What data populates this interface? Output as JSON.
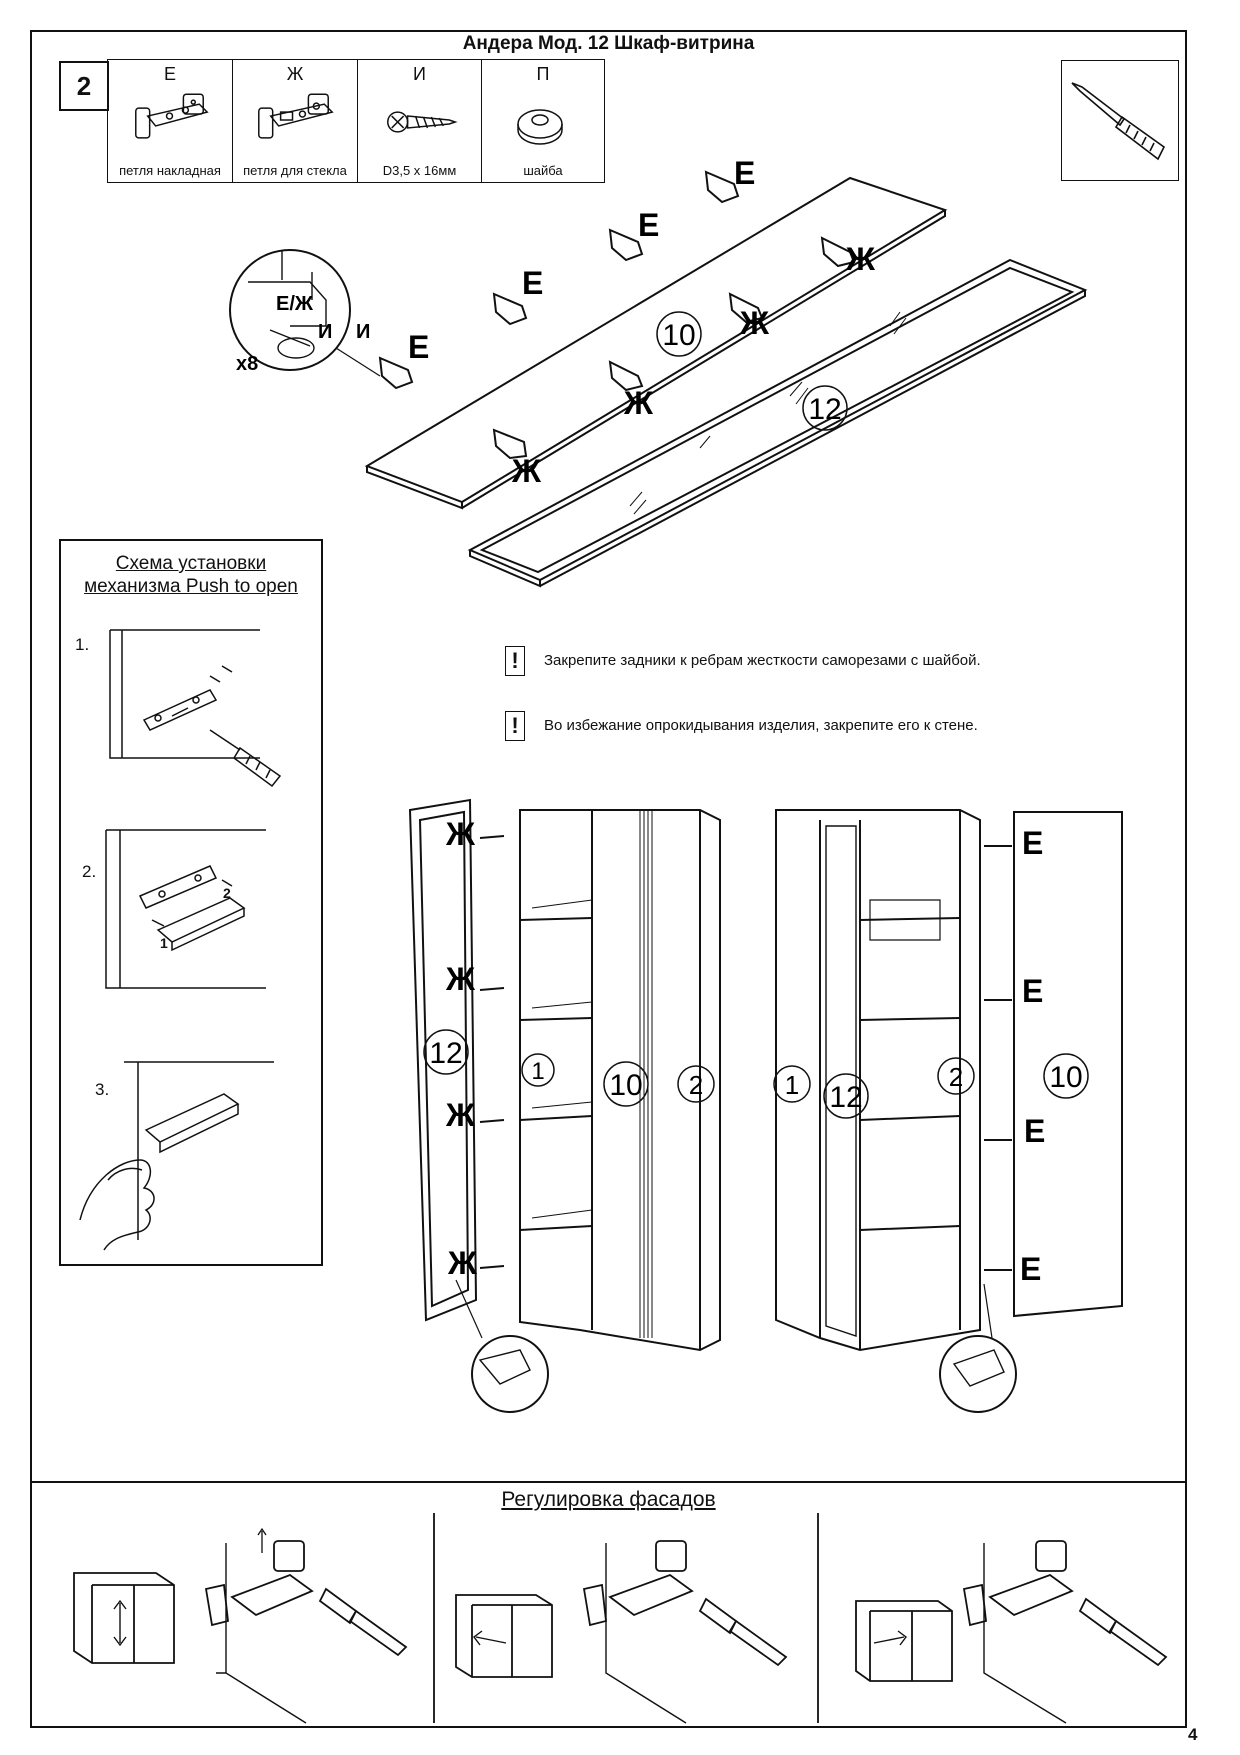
{
  "header": {
    "title": "Андера Мод. 12 Шкаф-витрина",
    "step_number": "2",
    "page_number": "4"
  },
  "parts": [
    {
      "letter": "Е",
      "name": "петля накладная",
      "icon": "overlay-hinge-icon"
    },
    {
      "letter": "Ж",
      "name": "петля для стекла",
      "icon": "glass-hinge-icon"
    },
    {
      "letter": "И",
      "name": "D3,5 х 16мм",
      "icon": "screw-icon"
    },
    {
      "letter": "П",
      "name": "шайба",
      "icon": "washer-icon"
    }
  ],
  "tool": {
    "icon": "screwdriver-icon"
  },
  "hinge_detail": {
    "label": "Е/Ж",
    "screw_label_1": "И",
    "screw_label_2": "И",
    "quantity": "x8"
  },
  "labels": {
    "hinge_e": "Е",
    "hinge_zh": "Ж",
    "panel_10": "10",
    "panel_12": "12",
    "panel_1": "1",
    "panel_2": "2"
  },
  "notes": [
    "Закрепите задники к ребрам жесткости саморезами с шайбой.",
    "Во избежание опрокидывания изделия, закрепите его к стене."
  ],
  "note_mark": "!",
  "push_to_open": {
    "title_line1": "Схема установки",
    "title_line2": "механизма Push to open",
    "steps": [
      "1.",
      "2.",
      "3."
    ],
    "sub_1": "1",
    "sub_2": "2"
  },
  "adjustment": {
    "title": "Регулировка фасадов"
  }
}
